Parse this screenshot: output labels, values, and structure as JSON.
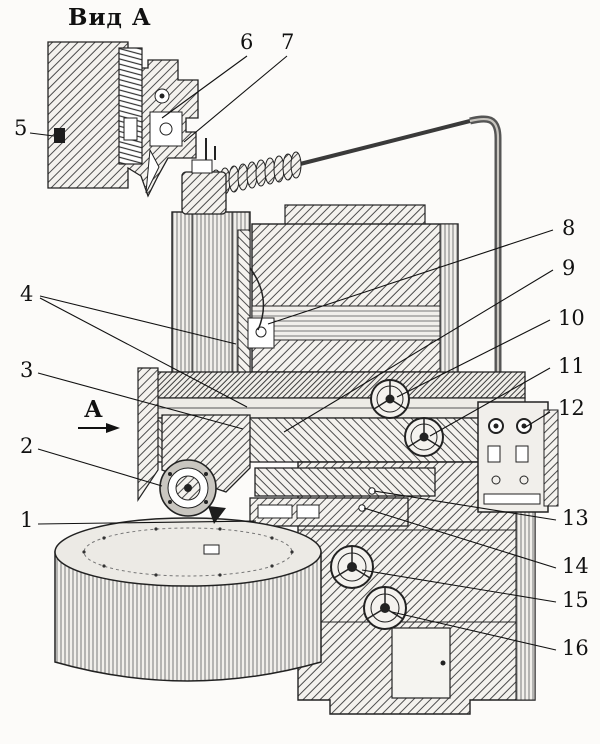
{
  "figure": {
    "detail_title": "Вид А",
    "view_arrow": "А"
  },
  "callouts": {
    "c1": "1",
    "c2": "2",
    "c3": "3",
    "c4": "4",
    "c5": "5",
    "c6": "6",
    "c7": "7",
    "c8": "8",
    "c9": "9",
    "c10": "10",
    "c11": "11",
    "c12": "12",
    "c13": "13",
    "c14": "14",
    "c15": "15",
    "c16": "16"
  }
}
